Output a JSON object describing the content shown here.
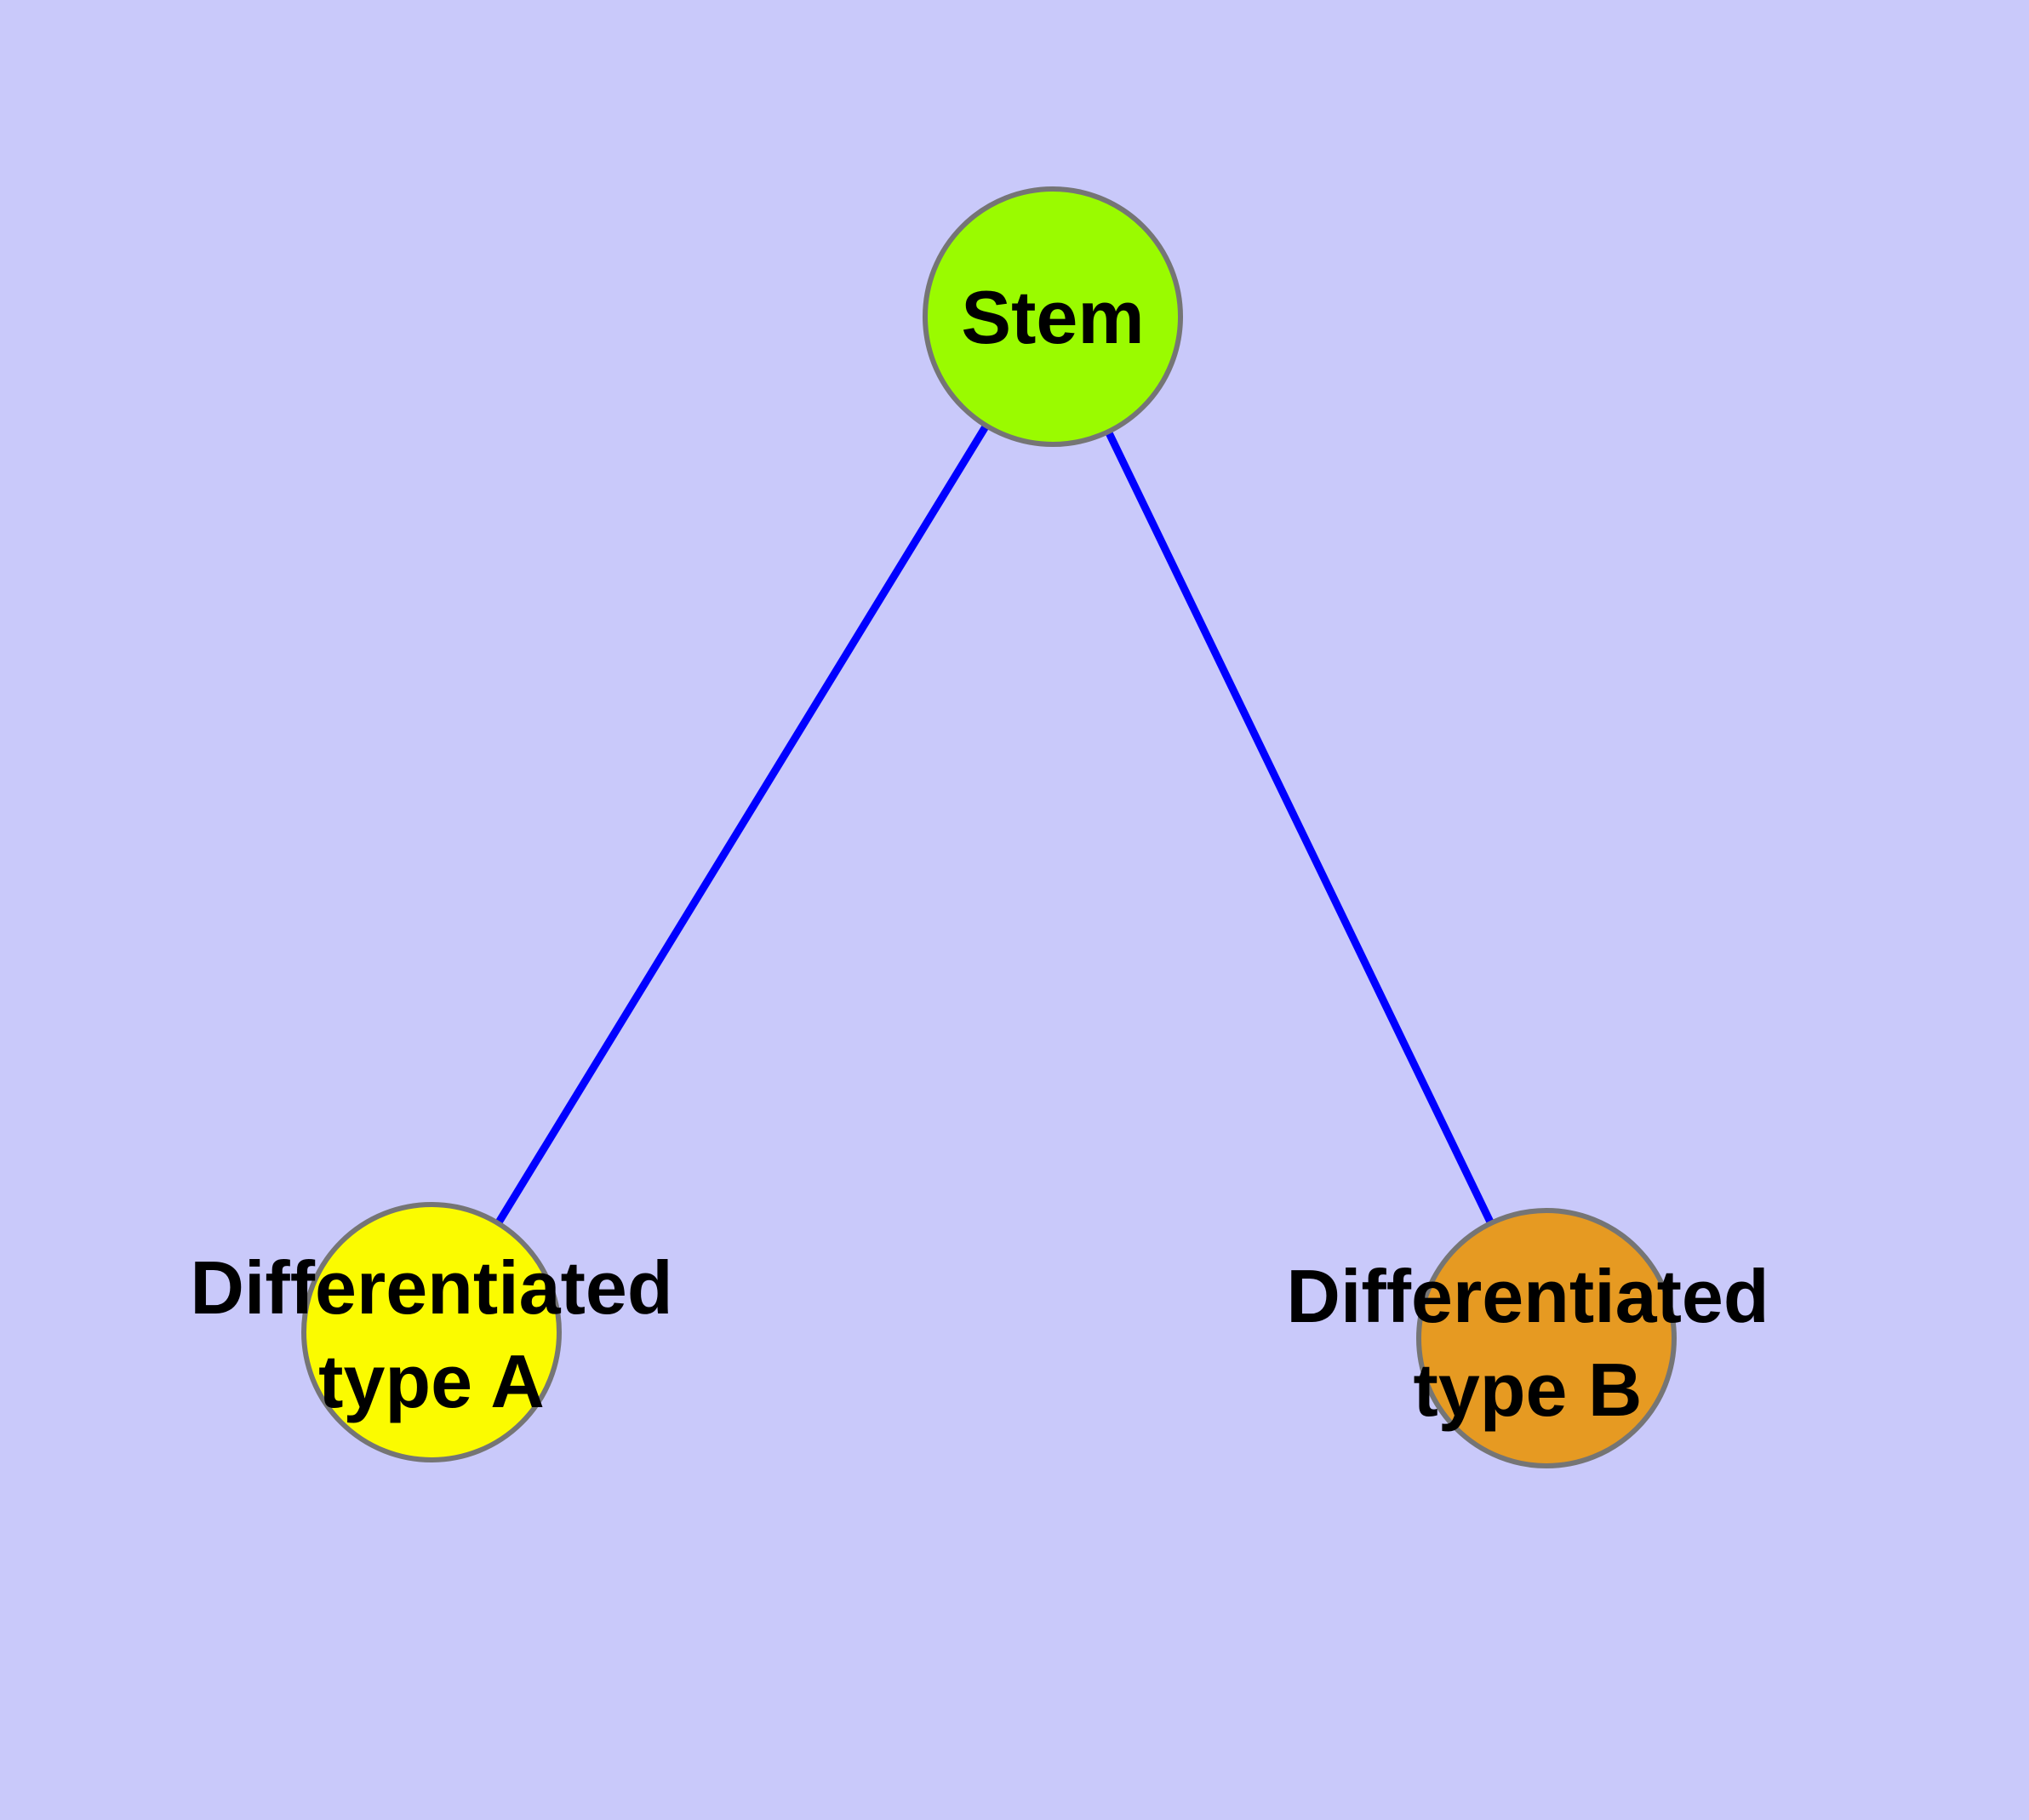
{
  "diagram": {
    "title": "Stem cell differentiation diagram",
    "background_color": "#C9C9FA",
    "edge_color": "#0000FF",
    "node_border_color": "#757575",
    "text_color": "#000000",
    "nodes": [
      {
        "id": "stem",
        "label": "Stem",
        "lines": [
          "Stem"
        ],
        "fill": "#9AFB00"
      },
      {
        "id": "differentiated-type-a",
        "label": "Differentiated type A",
        "lines": [
          "Differentiated",
          "type A"
        ],
        "fill": "#FBFB00"
      },
      {
        "id": "differentiated-type-b",
        "label": "Differentiated type B",
        "lines": [
          "Differentiated",
          "type B"
        ],
        "fill": "#E69A22"
      }
    ],
    "edges": [
      {
        "from": "stem",
        "to": "differentiated-type-a"
      },
      {
        "from": "stem",
        "to": "differentiated-type-b"
      }
    ]
  }
}
